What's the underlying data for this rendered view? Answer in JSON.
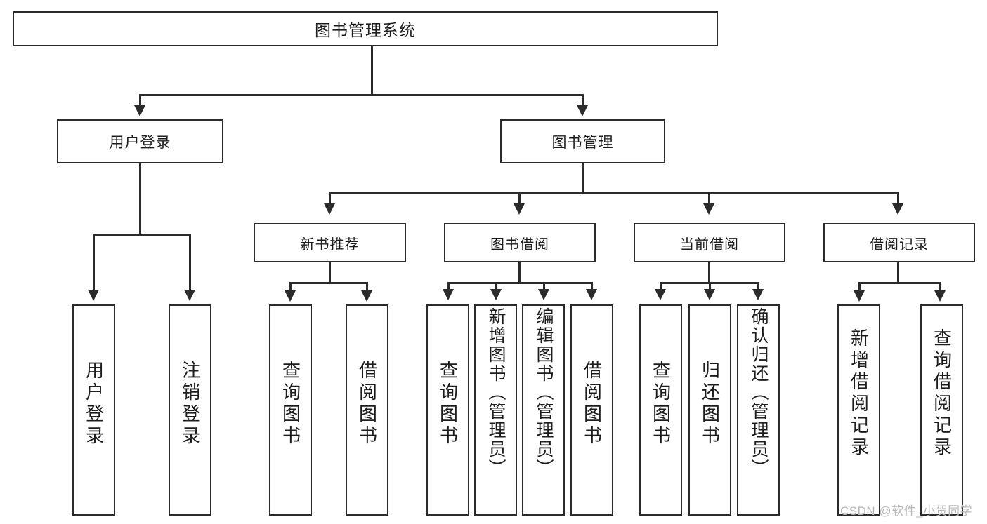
{
  "diagram": {
    "title": "图书管理系统",
    "type": "tree",
    "root": {
      "label": "图书管理系统"
    },
    "level2": [
      {
        "label": "用户登录"
      },
      {
        "label": "图书管理"
      }
    ],
    "level3": [
      {
        "label": "新书推荐"
      },
      {
        "label": "图书借阅"
      },
      {
        "label": "当前借阅"
      },
      {
        "label": "借阅记录"
      }
    ],
    "leaves": {
      "user_login": [
        {
          "label": "用户登录"
        },
        {
          "label": "注销登录"
        }
      ],
      "new_book": [
        {
          "label": "查询图书"
        },
        {
          "label": "借阅图书"
        }
      ],
      "borrow_book": [
        {
          "label": "查询图书"
        },
        {
          "label": "新增图书（管理员）"
        },
        {
          "label": "编辑图书（管理员）"
        },
        {
          "label": "借阅图书"
        }
      ],
      "current_borrow": [
        {
          "label": "查询图书"
        },
        {
          "label": "归还图书"
        },
        {
          "label": "确认归还（管理员）"
        }
      ],
      "borrow_record": [
        {
          "label": "新增借阅记录"
        },
        {
          "label": "查询借阅记录"
        }
      ]
    }
  },
  "watermark": {
    "text": "CSDN @软件_小贺同学"
  },
  "colors": {
    "stroke": "#2b2b2b",
    "fill": "#ffffff",
    "text": "#1d1d1d",
    "watermark": "#b8b8b8"
  }
}
